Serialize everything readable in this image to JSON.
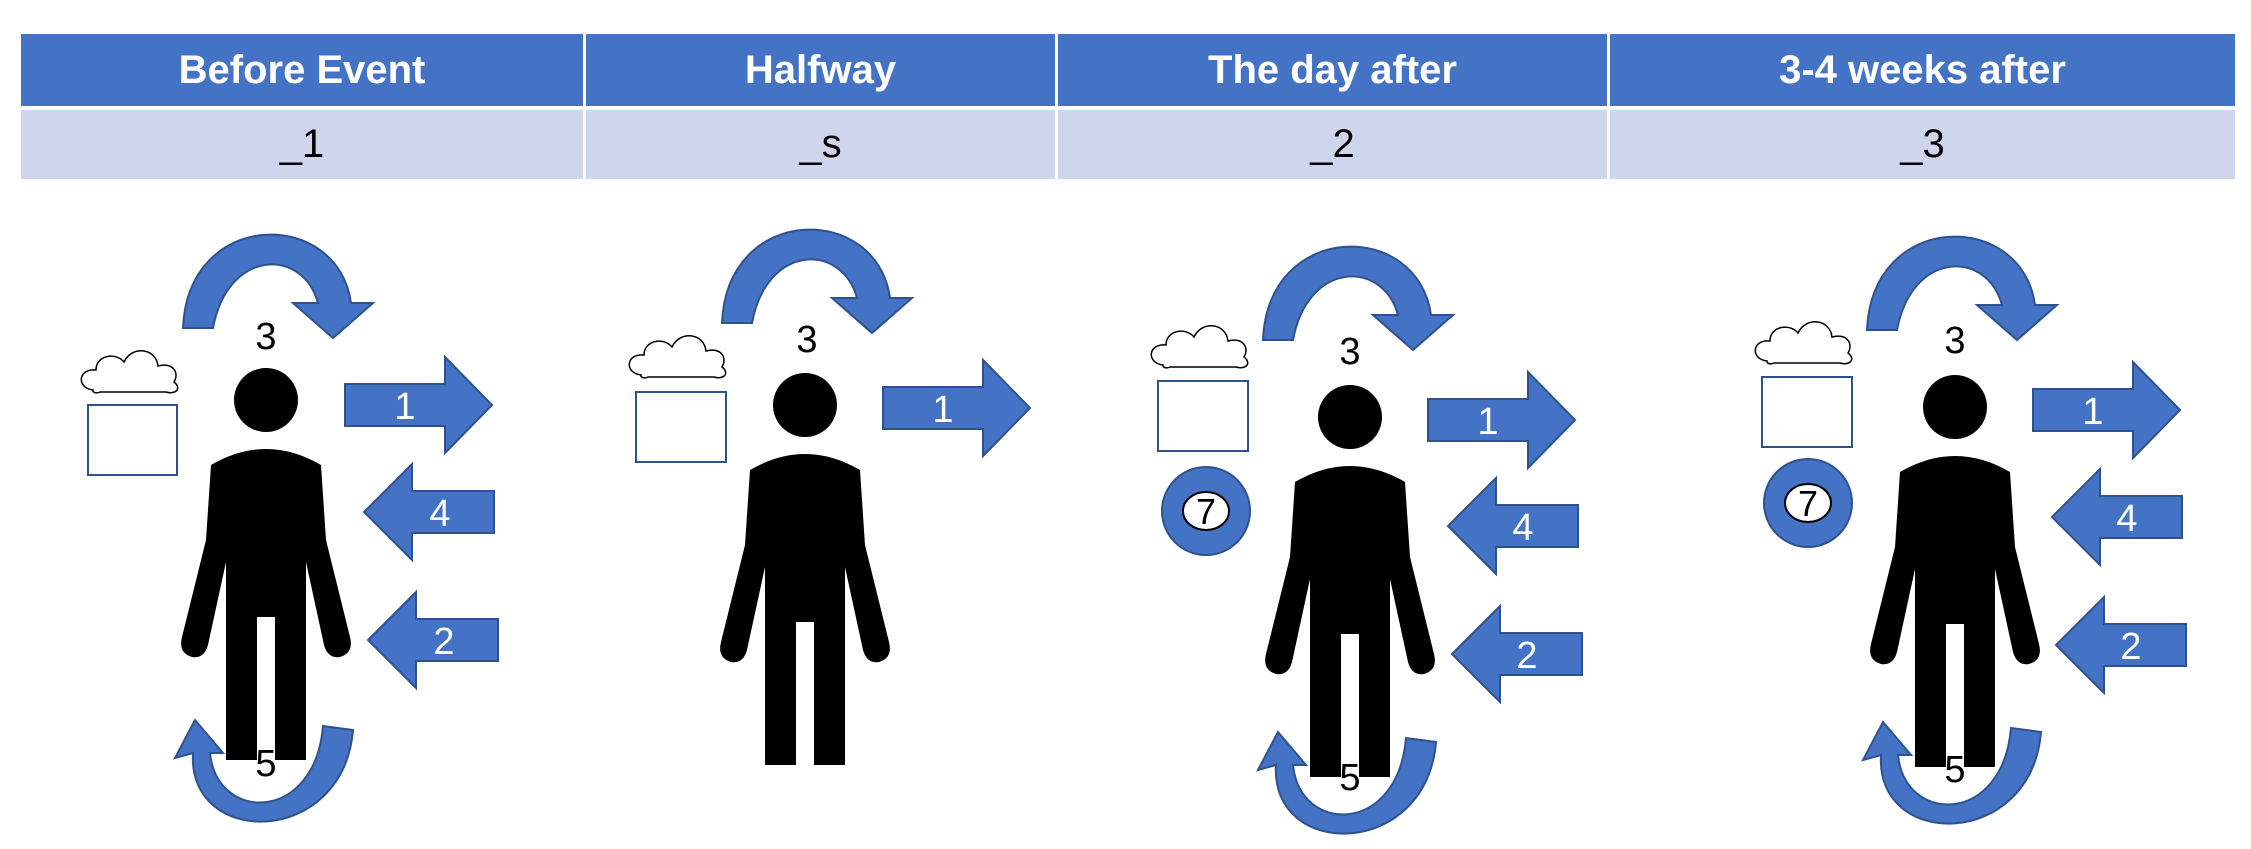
{
  "table": {
    "headers": [
      "Before Event",
      "Halfway",
      "The day after",
      "3-4 weeks after"
    ],
    "subscripts": [
      "_1",
      "_s",
      "_2",
      "_3"
    ]
  },
  "panels": [
    {
      "arc_label": "3",
      "arrow1": "1",
      "arrow4": "4",
      "arrow2": "2",
      "bottom_label": "5"
    },
    {
      "arc_label": "3",
      "arrow1": "1"
    },
    {
      "arc_label": "3",
      "arrow1": "1",
      "arrow4": "4",
      "arrow2": "2",
      "bottom_label": "5",
      "badge": "7"
    },
    {
      "arc_label": "3",
      "arrow1": "1",
      "arrow4": "4",
      "arrow2": "2",
      "bottom_label": "5",
      "badge": "7"
    }
  ],
  "colors": {
    "accent": "#4472c4",
    "accent_dark": "#2f528f",
    "row_fill": "#cfd5ea"
  }
}
